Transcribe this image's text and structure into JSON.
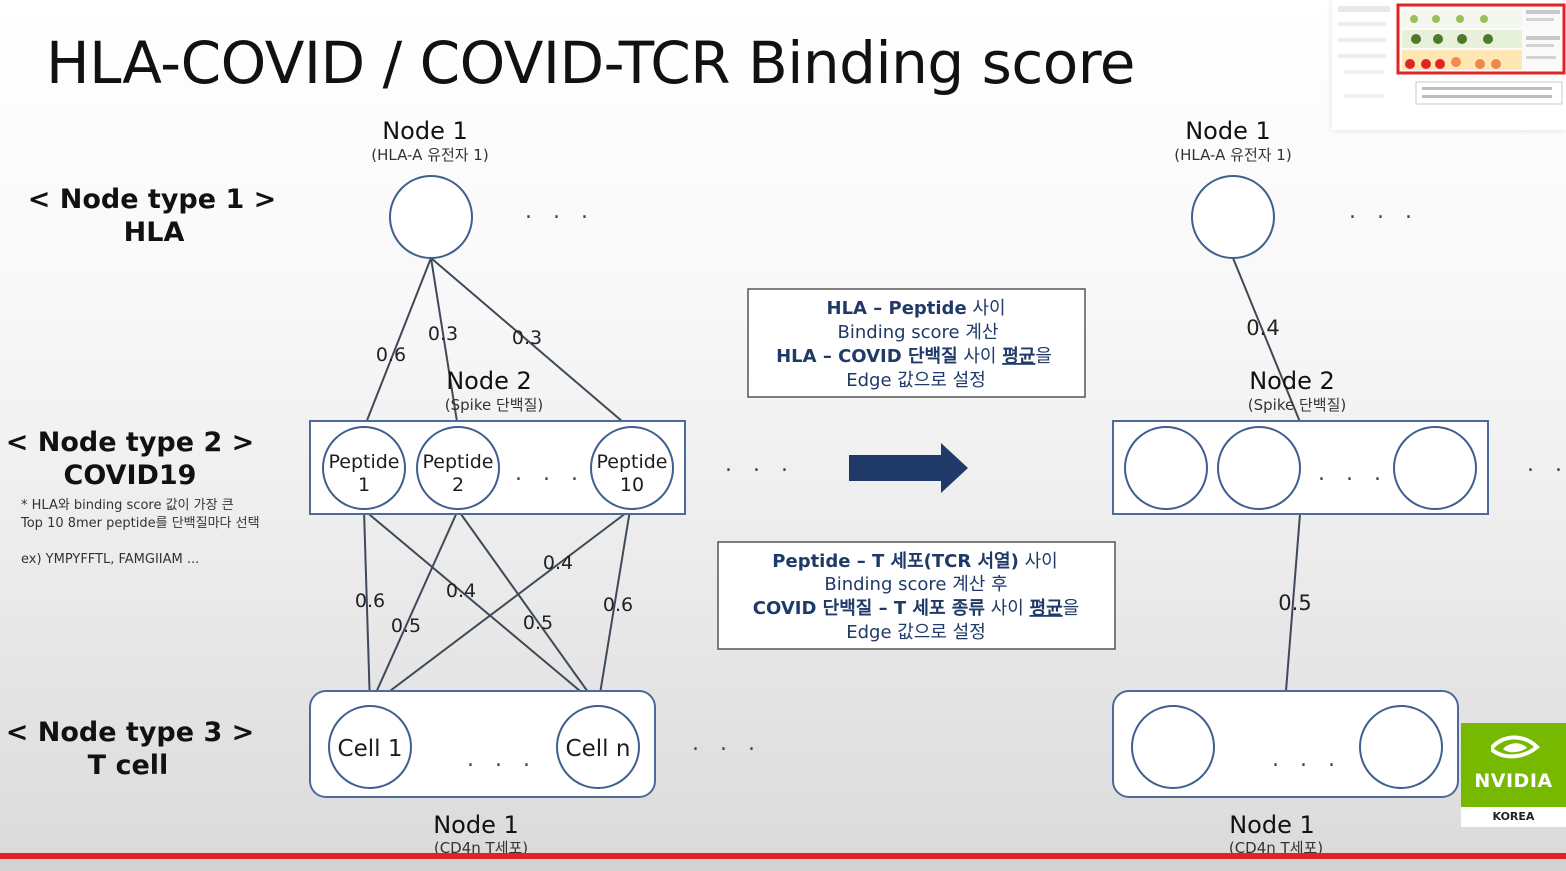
{
  "title": "HLA-COVID / COVID-TCR Binding score",
  "node_types": [
    {
      "line1": "< Node type 1 >",
      "line2": "HLA"
    },
    {
      "line1": "< Node type 2 >",
      "line2": "COVID19"
    },
    {
      "line1": "< Node type 3 >",
      "line2": "T cell"
    }
  ],
  "notes": {
    "line1": "* HLA와 binding score 값이 가장 큰",
    "line2": "Top 10 8mer peptide를 단백질마다 선택",
    "example": "ex) YMPYFFTL, FAMGIIAM ..."
  },
  "left": {
    "node1": {
      "title": "Node 1",
      "subtitle": "(HLA-A 유전자 1)"
    },
    "node2": {
      "title": "Node 2",
      "subtitle": "(Spike 단백질)"
    },
    "node3": {
      "title": "Node 1",
      "subtitle": "(CD4n T세포)"
    },
    "peptides": [
      {
        "name": "Peptide",
        "num": "1"
      },
      {
        "name": "Peptide",
        "num": "2"
      },
      {
        "name": "Peptide",
        "num": "10"
      }
    ],
    "cells": [
      "Cell 1",
      "Cell n"
    ],
    "hla_edges": [
      "0.6",
      "0.3",
      "0.3"
    ],
    "tcr_edges": [
      "0.6",
      "0.5",
      "0.4",
      "0.5",
      "0.4",
      "0.6"
    ]
  },
  "right": {
    "node1": {
      "title": "Node 1",
      "subtitle": "(HLA-A 유전자 1)"
    },
    "node2": {
      "title": "Node 2",
      "subtitle": "(Spike 단백질)"
    },
    "node3": {
      "title": "Node 1",
      "subtitle": "(CD4n T세포)"
    },
    "top_edge": "0.4",
    "bottom_edge": "0.5"
  },
  "ellipsis": ". . .",
  "info_box_1": {
    "line1_bold": "HLA – Peptide",
    "line1_rest": " 사이",
    "line2": "Binding score 계산",
    "line3_bold": "HLA – COVID 단백질",
    "line3_mid": " 사이 ",
    "line3_underline": "평균",
    "line3_end": "을",
    "line4": "Edge 값으로 설정"
  },
  "info_box_2": {
    "line1_bold": "Peptide – T 세포(TCR 서열)",
    "line1_rest": " 사이",
    "line2": "Binding score 계산 후",
    "line3_bold": "COVID 단백질 – T 세포 종류",
    "line3_mid": " 사이 ",
    "line3_underline": "평균",
    "line3_end": "을",
    "line4": "Edge 값으로 설정"
  },
  "logo": {
    "wordmark": "NVIDIA",
    "country": "KOREA"
  },
  "colors": {
    "arrow": "#1f3a68",
    "box_stroke": "#4c6b99",
    "accent_red": "#e02424",
    "nvidia_green": "#76b900"
  }
}
